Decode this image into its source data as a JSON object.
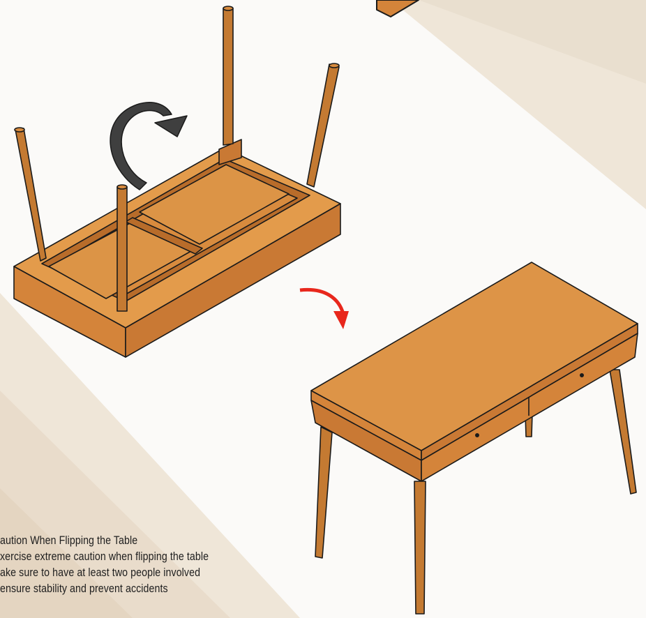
{
  "caution": {
    "title": "aution When Flipping the Table",
    "lines": [
      "xercise extreme caution when flipping the table",
      "ake sure to have at least two people involved",
      "ensure stability and prevent accidents"
    ]
  },
  "colors": {
    "wood_light": "#e29a4a",
    "wood_mid": "#d4843a",
    "wood_dark": "#b86c2a",
    "wood_leg": "#c47a32",
    "outline": "#1a1a1a",
    "flip_arrow": "#3f3f3f",
    "step_arrow": "#e8271c",
    "background_band": "#efe6d8"
  },
  "icons": [
    "curved-flip-arrow-icon",
    "red-down-arrow-icon"
  ]
}
